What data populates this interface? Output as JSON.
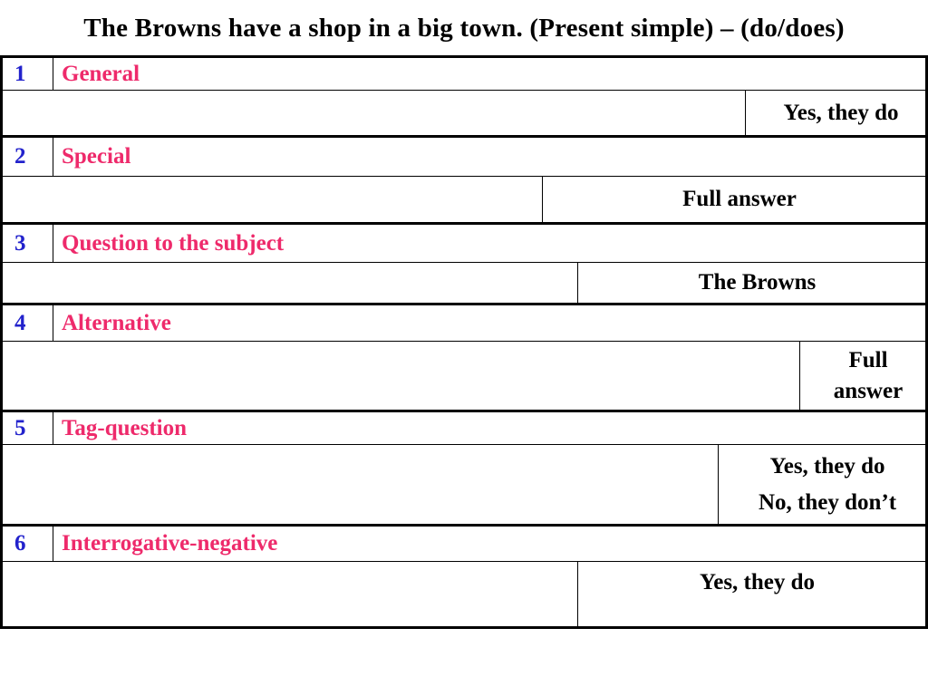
{
  "slide": {
    "title": "The Browns have a shop in a big town. (Present simple) – (do/does)"
  },
  "colors": {
    "number_blue": "#2222cc",
    "category_pink": "#ee2a6b",
    "answer_black": "#000000",
    "border_black": "#000000",
    "background": "#ffffff"
  },
  "table": {
    "blocks": [
      {
        "number": "1",
        "category": "General",
        "answer_lines": [
          "Yes, they do"
        ]
      },
      {
        "number": "2",
        "category": "Special",
        "answer_lines": [
          "Full answer"
        ]
      },
      {
        "number": "3",
        "category": "Question to the subject",
        "answer_lines": [
          "The Browns"
        ]
      },
      {
        "number": "4",
        "category": "Alternative",
        "answer_lines": [
          "Full",
          "answer"
        ]
      },
      {
        "number": "5",
        "category": "Tag-question",
        "answer_lines": [
          "Yes, they do",
          "No, they don’t"
        ]
      },
      {
        "number": "6",
        "category": "Interrogative-negative",
        "answer_lines": [
          "Yes, they do"
        ]
      }
    ]
  }
}
